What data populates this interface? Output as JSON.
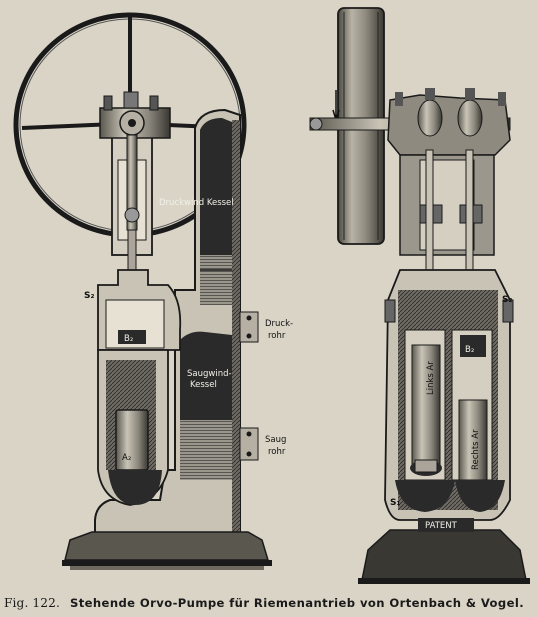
{
  "caption": {
    "label": "Fig. 122.",
    "text": "Stehende Orvo-Pumpe für Riemenantrieb von Ortenbach & Vogel."
  },
  "labels": {
    "druckwindkessel": "Druckwind Kessel",
    "druckrohr_1": "Druck-",
    "druckrohr_2": "rohr",
    "saugwindkessel_1": "Saugwind-",
    "saugwindkessel_2": "Kessel",
    "saugrohr_1": "Saug",
    "saugrohr_2": "rohr",
    "s2_left": "S₂",
    "s2_right": "S₂",
    "s1_right": "S₁",
    "b2_left": "B₂",
    "b2_right": "B₂",
    "a2_left": "A₂",
    "links_ar": "Links Ar",
    "rechts_ar": "Rechts Ar",
    "patent": "PATENT"
  },
  "colors": {
    "paper": "#d9d4c6",
    "ink": "#1a1a1a",
    "dark": "#2a2a2a",
    "metal": "#8e8a80"
  }
}
